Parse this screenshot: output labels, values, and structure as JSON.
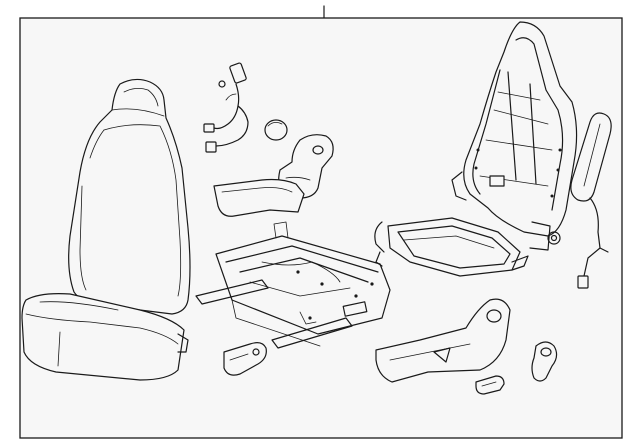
{
  "diagram": {
    "type": "exploded-parts-diagram",
    "subject": "seat-assembly",
    "colors": {
      "line": "#1a1a1a",
      "frame_fill": "#f7f7f7",
      "part_fill": "#ffffff"
    },
    "parts": [
      {
        "id": "seat-back-cover"
      },
      {
        "id": "seat-cushion-pad"
      },
      {
        "id": "wire-harness"
      },
      {
        "id": "round-cap"
      },
      {
        "id": "side-shield-upper"
      },
      {
        "id": "shield-panel"
      },
      {
        "id": "seat-track-frame"
      },
      {
        "id": "recliner-handle"
      },
      {
        "id": "seat-back-frame"
      },
      {
        "id": "seat-cushion-frame"
      },
      {
        "id": "side-airbag"
      },
      {
        "id": "side-shield-lower"
      },
      {
        "id": "lever-knob"
      },
      {
        "id": "small-knob"
      }
    ]
  }
}
